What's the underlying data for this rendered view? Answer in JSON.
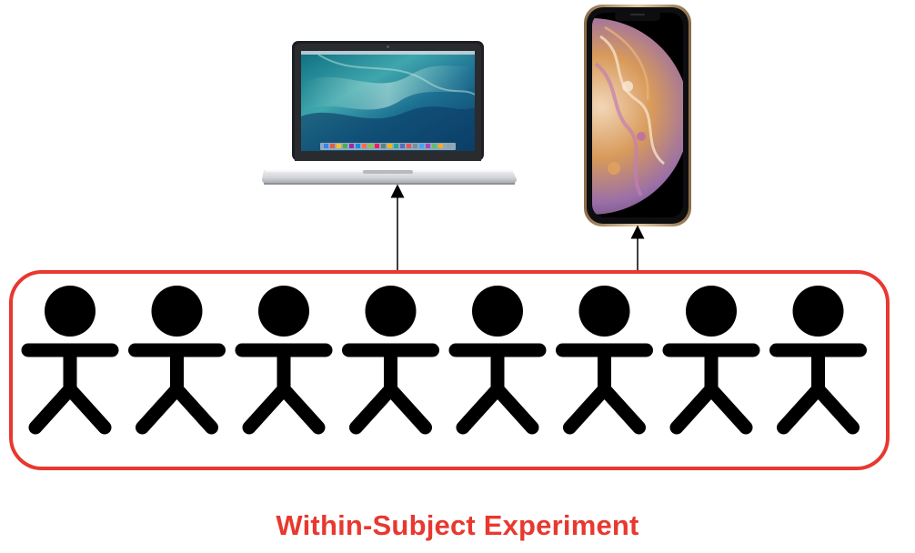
{
  "caption": "Within-Subject Experiment",
  "participants": {
    "count": 8
  },
  "devices": [
    {
      "name": "laptop"
    },
    {
      "name": "smartphone"
    }
  ],
  "colors": {
    "group_border": "#e8382f",
    "caption": "#e8382f",
    "figure": "#000000",
    "arrow": "#000000"
  }
}
